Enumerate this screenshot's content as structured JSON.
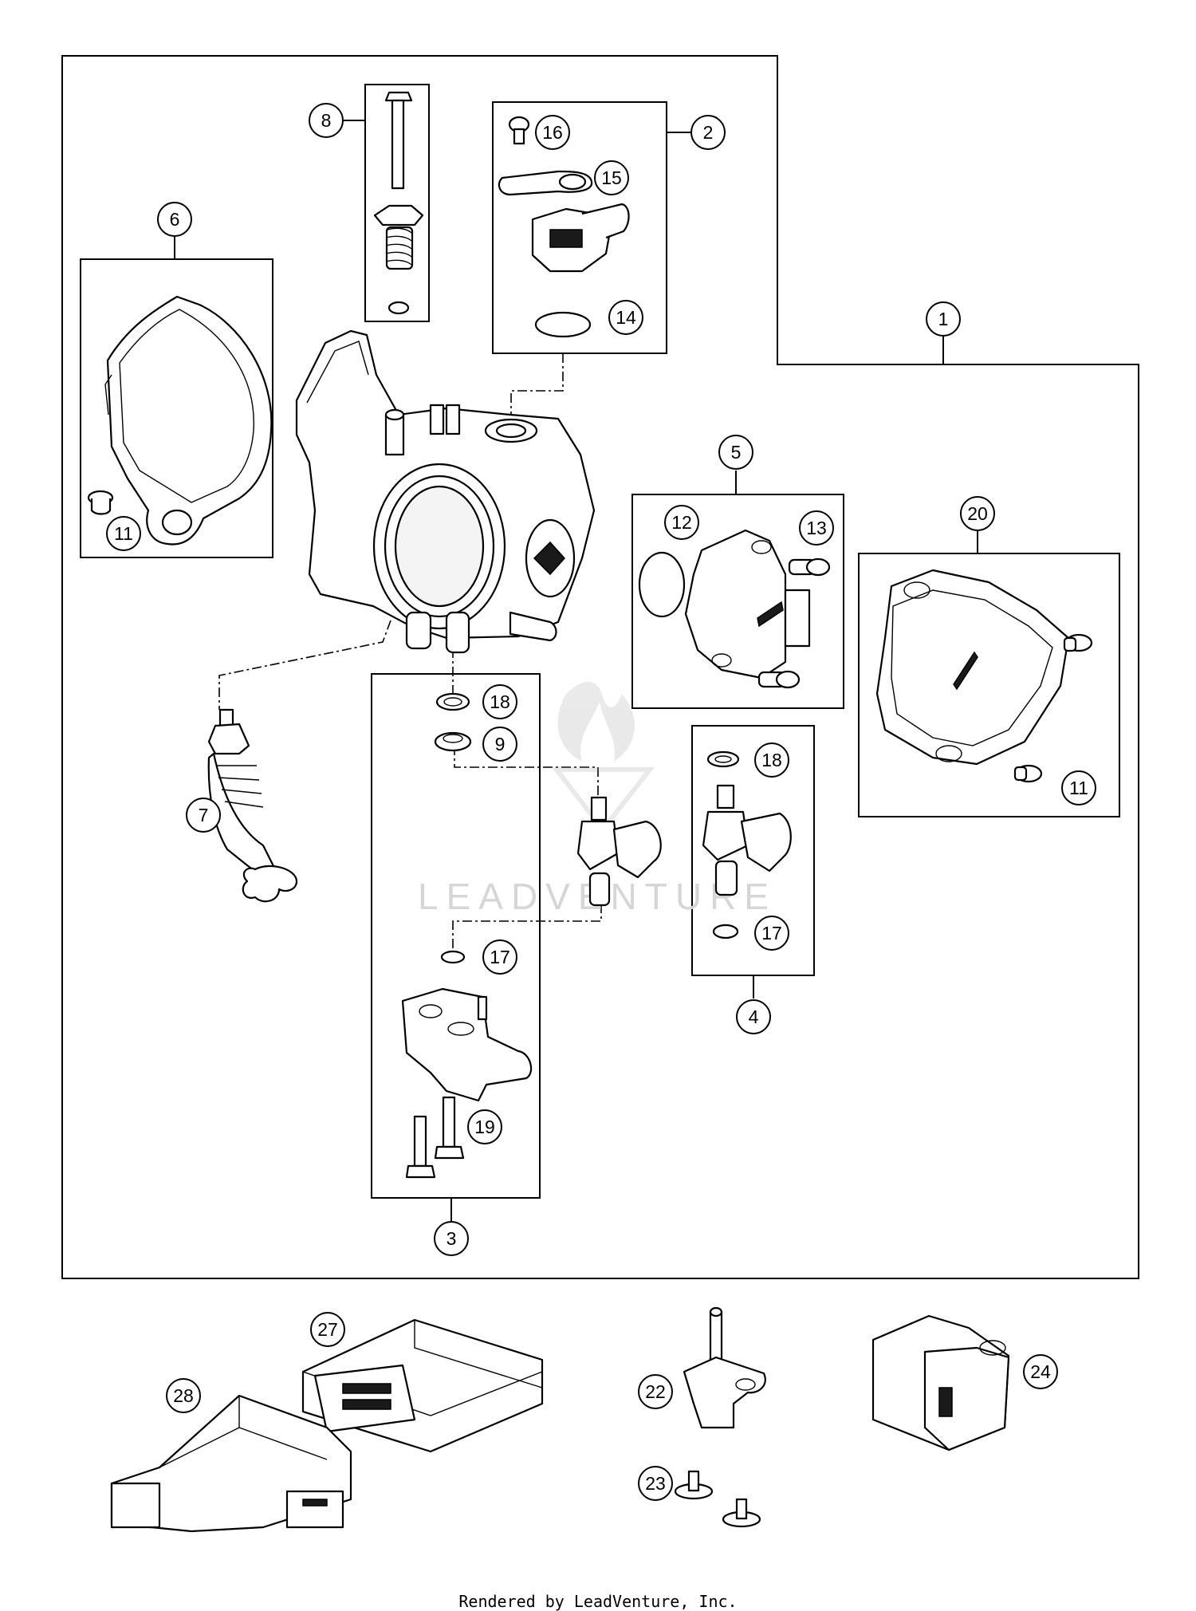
{
  "diagram": {
    "watermark": "LEADVENTURE",
    "footer": "Rendered by LeadVenture, Inc.",
    "callouts": [
      {
        "label": "1"
      },
      {
        "label": "2"
      },
      {
        "label": "3"
      },
      {
        "label": "4"
      },
      {
        "label": "5"
      },
      {
        "label": "6"
      },
      {
        "label": "7"
      },
      {
        "label": "8"
      },
      {
        "label": "9"
      },
      {
        "label": "11"
      },
      {
        "label": "11"
      },
      {
        "label": "12"
      },
      {
        "label": "13"
      },
      {
        "label": "14"
      },
      {
        "label": "15"
      },
      {
        "label": "16"
      },
      {
        "label": "17"
      },
      {
        "label": "17"
      },
      {
        "label": "18"
      },
      {
        "label": "18"
      },
      {
        "label": "19"
      },
      {
        "label": "20"
      },
      {
        "label": "22"
      },
      {
        "label": "23"
      },
      {
        "label": "24"
      },
      {
        "label": "27"
      },
      {
        "label": "28"
      }
    ]
  }
}
